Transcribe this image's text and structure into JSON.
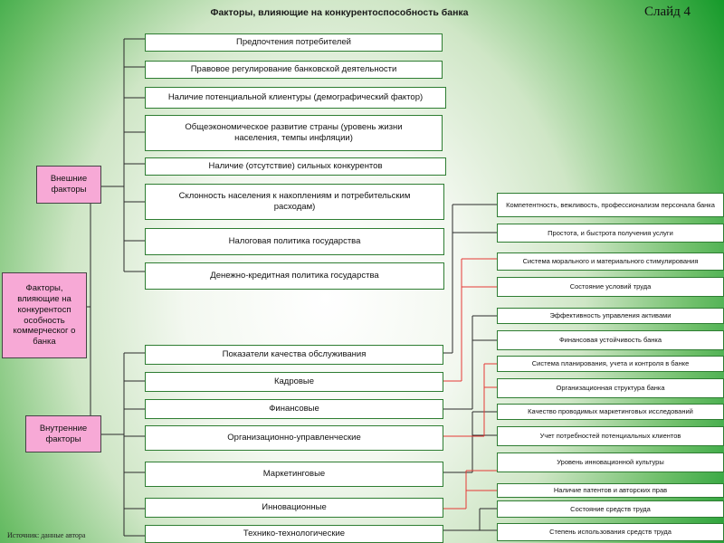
{
  "header": {
    "title": "Факторы, влияющие на конкурентоспособность банка",
    "slide_label": "Слайд 4",
    "source": "Источник: данные автора"
  },
  "root": {
    "label": "Факторы, влияющие на конкурентосп особность коммерческог о банка"
  },
  "external": {
    "label": "Внешние факторы",
    "items": [
      "Предпочтения потребителей",
      "Правовое регулирование банковской деятельности",
      "Наличие потенциальной клиентуры (демографический фактор)",
      "Общеэкономическое развитие страны (уровень жизни населения, темпы инфляции)",
      "Наличие (отсутствие) сильных конкурентов",
      "Склонность населения к накоплениям и потребительским расходам)",
      "Налоговая политика государства",
      "Денежно-кредитная политика государства"
    ]
  },
  "internal": {
    "label": "Внутренние факторы",
    "items": [
      "Показатели качества обслуживания",
      "Кадровые",
      "Финансовые",
      "Организационно-управленческие",
      "Маркетинговые",
      "Инновационные",
      "Технико-технологические"
    ]
  },
  "details": [
    "Компетентность, вежливость, профессионализм персонала банка",
    "Простота, и быстрота получения услуги",
    "Система морального и материального стимулирования",
    "Состояние условий труда",
    "Эффективность управления активами",
    "Финансовая устойчивость банка",
    "Система планирования, учета и контроля в банке",
    "Организационная структура банка",
    "Качество проводимых маркетинговых исследований",
    "Учет потребностей потенциальных клиентов",
    "Уровень инновационной культуры",
    "Наличие патентов и авторских прав",
    "Состояние средств труда",
    "Степень использования средств труда"
  ],
  "colors": {
    "line_dark": "#2b2b2b",
    "line_red": "#e53935",
    "pink": "#f7a9d6"
  }
}
